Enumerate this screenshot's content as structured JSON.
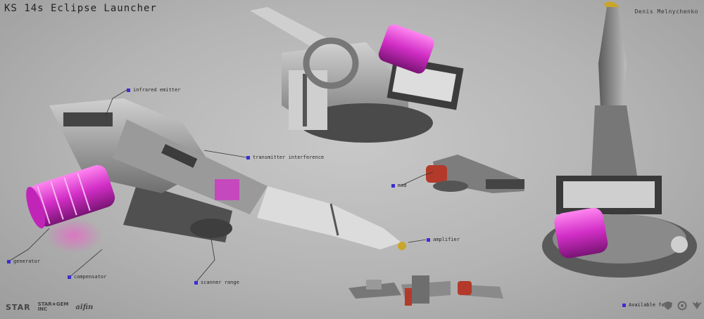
{
  "title": "KS 14s Eclipse Launcher",
  "author": "Denis Melnychenko",
  "labels": {
    "infrared_emitter": "infrared emitter",
    "transmitter_interference": "transmitter interference",
    "mod": "mod",
    "amplifier": "amplifier",
    "generator": "generator",
    "compensator": "compensator",
    "scanner_range": "scanner range"
  },
  "footer": {
    "logo_star": "STAR",
    "logo_stargem_1": "STAR★GEM",
    "logo_stargem_2": "INC",
    "logo_aifin": "aifin",
    "available_for": "Available for"
  },
  "icons": [
    "shield-badge-icon",
    "circle-badge-icon",
    "wing-badge-icon"
  ],
  "colors": {
    "accent": "#3a2bd6",
    "glow": "#e23fd9",
    "body": "#8c8c8c"
  }
}
